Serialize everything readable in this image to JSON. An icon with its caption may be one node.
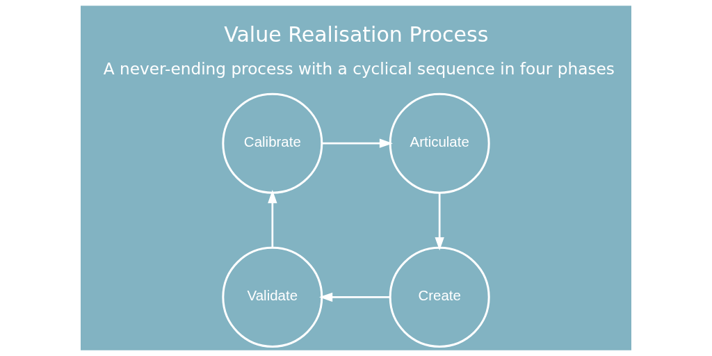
{
  "diagram": {
    "title": "Value Realisation Process",
    "caption": "A never-ending process with a cyclical sequence in four phases",
    "nodes": [
      {
        "text": [
          "Calibrate"
        ]
      },
      {
        "text": [
          "Articulate"
        ]
      },
      {
        "text": [
          "Create"
        ]
      },
      {
        "text": [
          "Validate"
        ]
      }
    ],
    "edges": [
      {
        "from": 0,
        "to": 1,
        "arrow": "to"
      },
      {
        "from": 1,
        "to": 2,
        "arrow": "to"
      },
      {
        "from": 2,
        "to": 3,
        "arrow": "to"
      },
      {
        "from": 3,
        "to": 0,
        "arrow": "to"
      }
    ]
  }
}
